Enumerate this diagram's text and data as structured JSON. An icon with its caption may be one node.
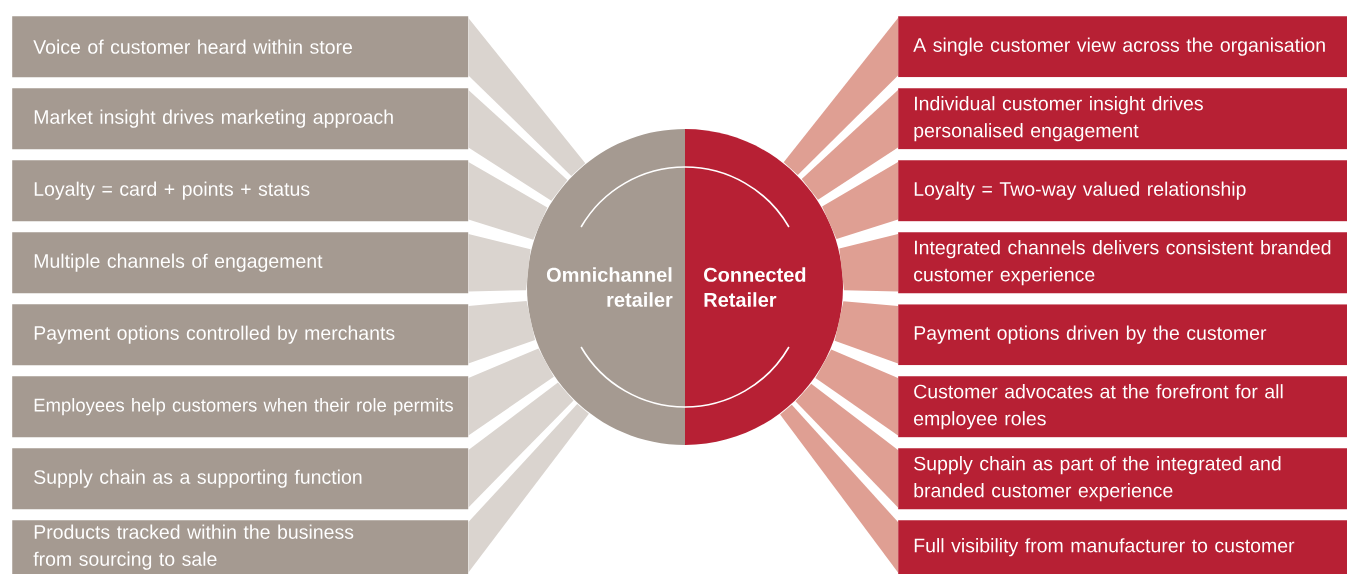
{
  "diagram": {
    "nodes": [
      {
        "text": [
          "Omnichannel retailer"
        ]
      },
      {
        "text": [
          "Connected Retailer"
        ]
      },
      {
        "text": [
          "Voice of customer heard within store"
        ]
      },
      {
        "text": [
          "Market insight drives marketing approach"
        ]
      },
      {
        "text": [
          "Loyalty = card + points + status"
        ]
      },
      {
        "text": [
          "Multiple channels of engagement"
        ]
      },
      {
        "text": [
          "Payment options controlled by merchants"
        ]
      },
      {
        "text": [
          "Employees help customers when their role permits"
        ]
      },
      {
        "text": [
          "Supply chain as a supporting function"
        ]
      },
      {
        "text": [
          "Products tracked within the business from sourcing to sale"
        ]
      },
      {
        "text": [
          "A single customer view across the organisation"
        ]
      },
      {
        "text": [
          "Individual customer insight drives personalised engagement"
        ]
      },
      {
        "text": [
          "Loyalty = Two-way valued relationship"
        ]
      },
      {
        "text": [
          "Integrated channels delivers consistent branded customer experience"
        ]
      },
      {
        "text": [
          "Payment options driven by the customer"
        ]
      },
      {
        "text": [
          "Customer advocates at the forefront for all employee roles"
        ]
      },
      {
        "text": [
          "Supply chain as part of the integrated and branded customer experience"
        ]
      },
      {
        "text": [
          "Full visibility from manufacturer to customer"
        ]
      }
    ],
    "edges": [
      {
        "from": 2,
        "to": 0,
        "arrow": "none",
        "color": "#dad4cf"
      },
      {
        "from": 3,
        "to": 0,
        "arrow": "none",
        "color": "#dad4cf"
      },
      {
        "from": 4,
        "to": 0,
        "arrow": "none",
        "color": "#dad4cf"
      },
      {
        "from": 5,
        "to": 0,
        "arrow": "none",
        "color": "#dad4cf"
      },
      {
        "from": 6,
        "to": 0,
        "arrow": "none",
        "color": "#dad4cf"
      },
      {
        "from": 7,
        "to": 0,
        "arrow": "none",
        "color": "#dad4cf"
      },
      {
        "from": 8,
        "to": 0,
        "arrow": "none",
        "color": "#dad4cf"
      },
      {
        "from": 9,
        "to": 0,
        "arrow": "none",
        "color": "#dad4cf"
      },
      {
        "from": 10,
        "to": 1,
        "arrow": "none",
        "color": "#df9f93"
      },
      {
        "from": 11,
        "to": 1,
        "arrow": "none",
        "color": "#df9f93"
      },
      {
        "from": 12,
        "to": 1,
        "arrow": "none",
        "color": "#df9f93"
      },
      {
        "from": 13,
        "to": 1,
        "arrow": "none",
        "color": "#df9f93"
      },
      {
        "from": 14,
        "to": 1,
        "arrow": "none",
        "color": "#df9f93"
      },
      {
        "from": 15,
        "to": 1,
        "arrow": "none",
        "color": "#df9f93"
      },
      {
        "from": 16,
        "to": 1,
        "arrow": "none",
        "color": "#df9f93"
      },
      {
        "from": 17,
        "to": 1,
        "arrow": "none",
        "color": "#df9f93"
      }
    ]
  }
}
